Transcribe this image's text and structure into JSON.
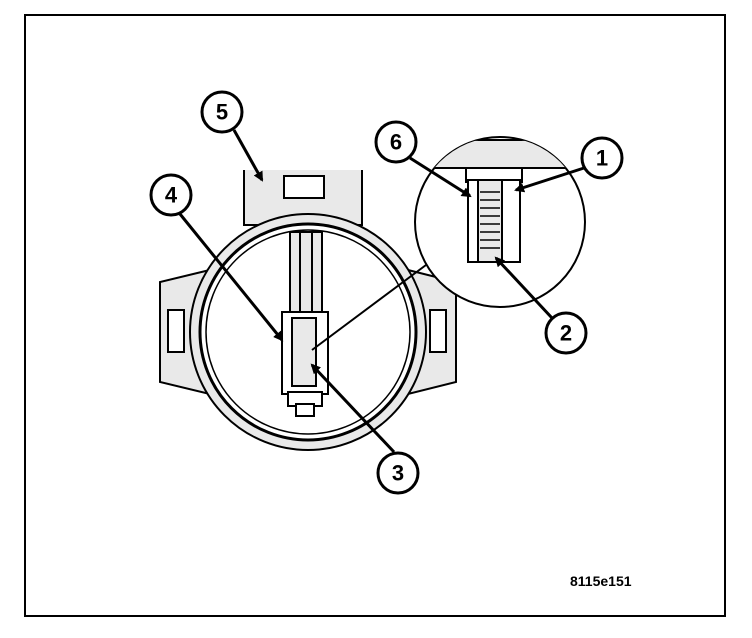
{
  "callouts": {
    "c1": "1",
    "c2": "2",
    "c3": "3",
    "c4": "4",
    "c5": "5",
    "c6": "6"
  },
  "figure_code": "8115e151",
  "colors": {
    "line": "#000000",
    "housing": "#e9e9e9",
    "background": "#ffffff"
  }
}
